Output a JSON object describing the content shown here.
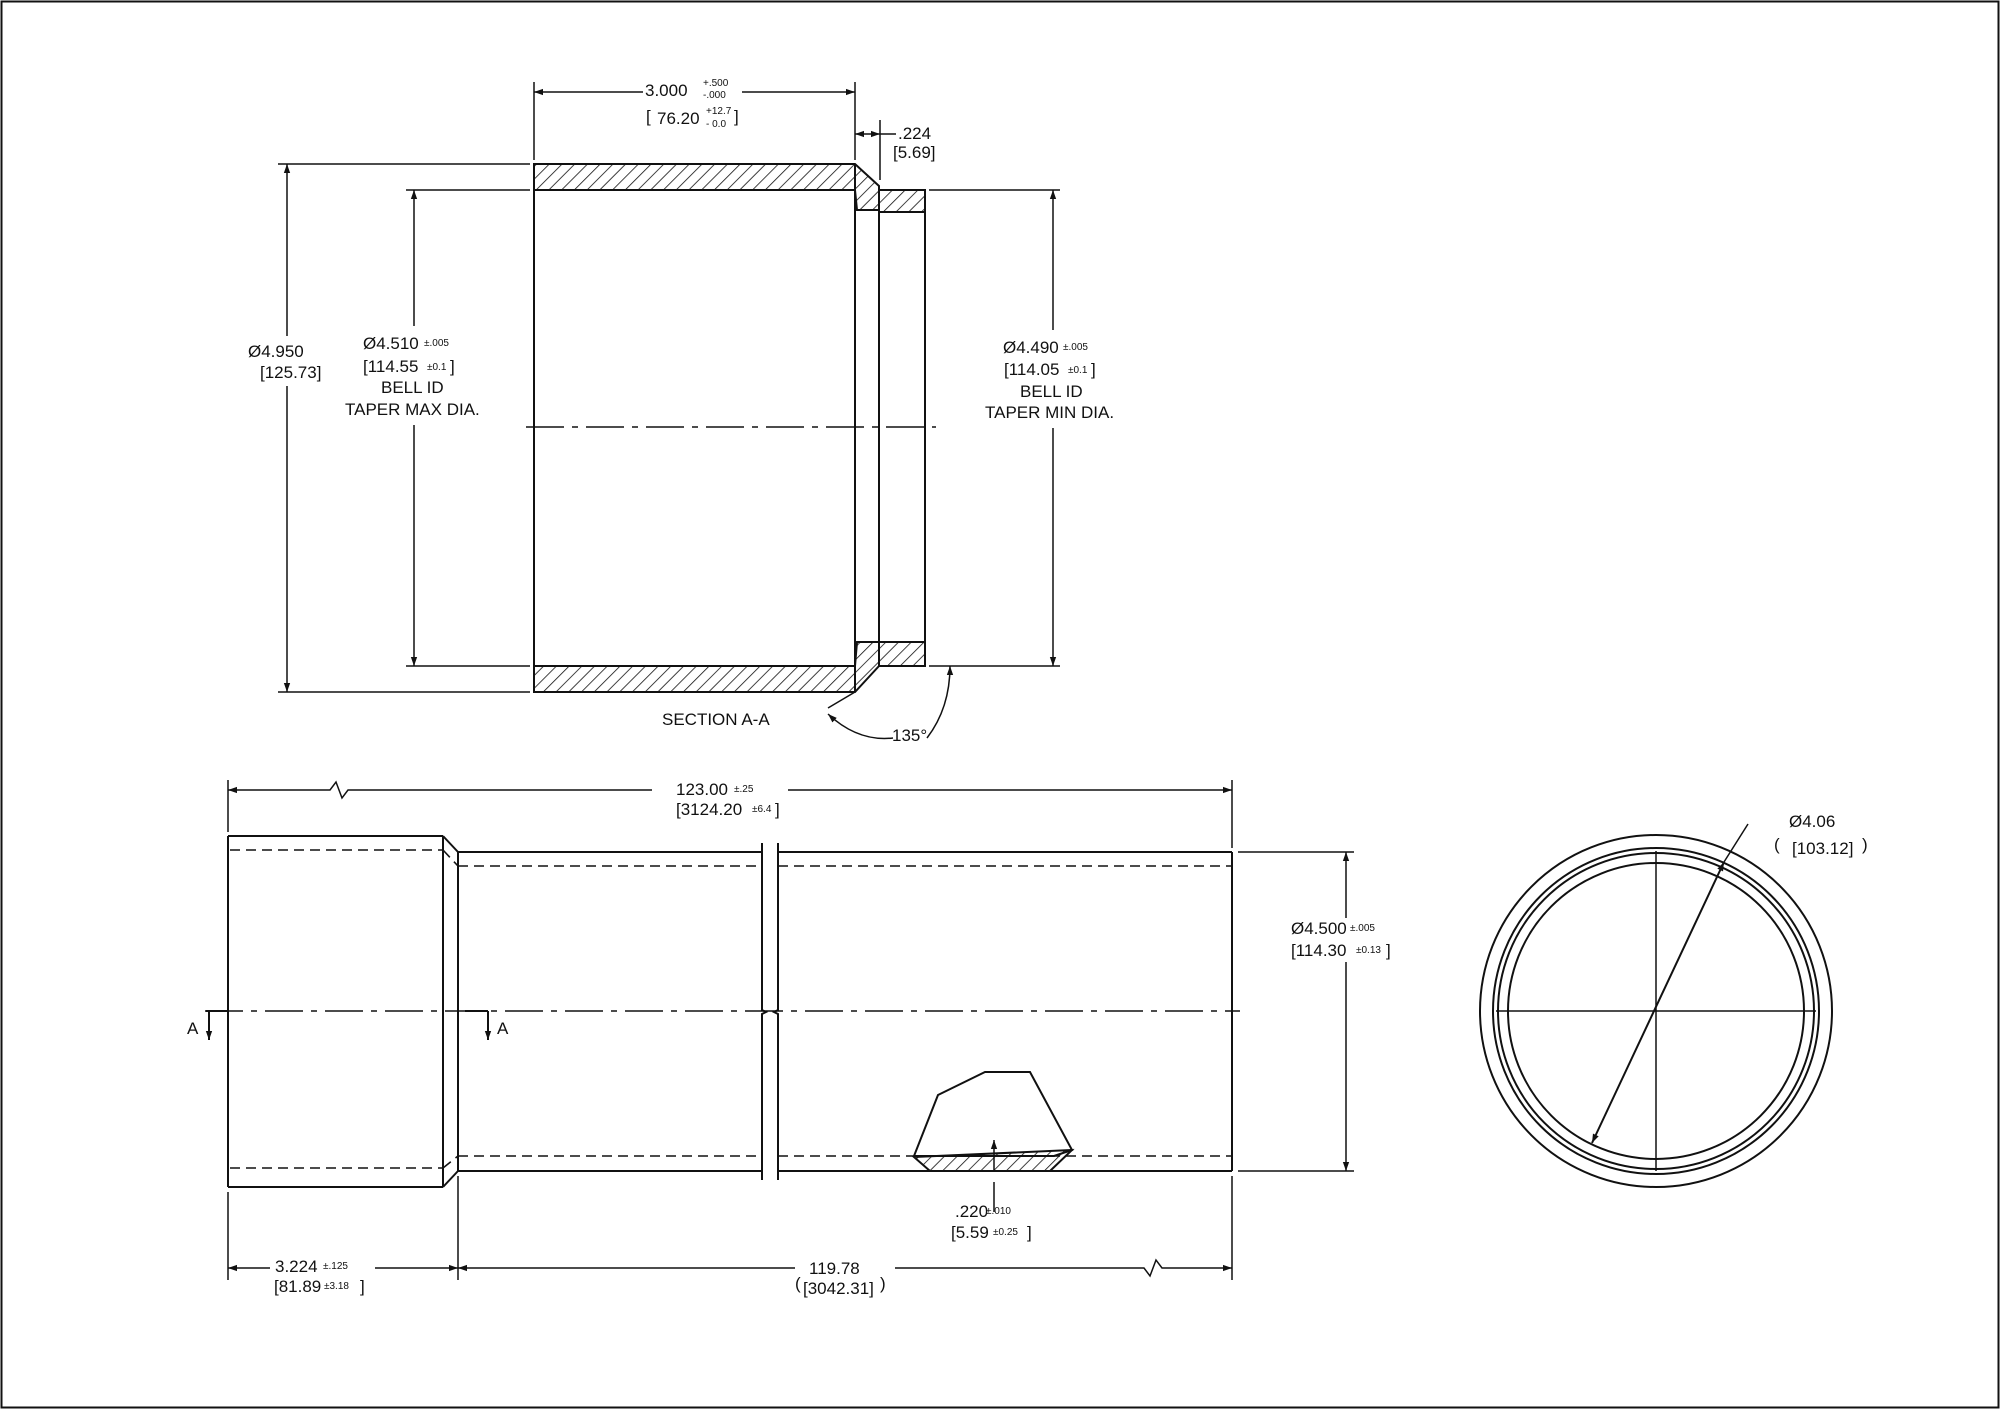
{
  "section": {
    "bell_length": {
      "value": "3.000",
      "tol_plus": "+.500",
      "tol_minus": "-.000",
      "metric": "76.20",
      "metric_plus": "+12.7",
      "metric_minus": "- 0.0"
    },
    "taper_length": {
      "value": ".224",
      "metric": "[5.69]"
    },
    "outer_dia": {
      "value": "Ø4.950",
      "metric": "[125.73]"
    },
    "bell_max": {
      "value": "Ø4.510",
      "tol": "±.005",
      "metric": "[114.55",
      "metric_tol": "±0.1",
      "metric_close": "]",
      "label1": "BELL ID",
      "label2": "TAPER MAX DIA."
    },
    "bell_min": {
      "value": "Ø4.490",
      "tol": "±.005",
      "metric": "[114.05",
      "metric_tol": "±0.1",
      "metric_close": "]",
      "label1": "BELL ID",
      "label2": "TAPER MIN DIA."
    },
    "title": "SECTION  A-A",
    "angle": "135°"
  },
  "side": {
    "overall": {
      "value": "123.00",
      "tol": "±.25",
      "metric": "[3124.20",
      "metric_tol": "±6.4",
      "metric_close": "]"
    },
    "pipe_od": {
      "value": "Ø4.500",
      "tol": "±.005",
      "metric": "[114.30",
      "metric_tol": "±0.13",
      "metric_close": "]"
    },
    "wall": {
      "value": ".220",
      "tol": "±.010",
      "metric": "[5.59",
      "metric_tol": "±0.25",
      "metric_close": "]"
    },
    "bell_depth": {
      "value": "3.224",
      "tol": "±.125",
      "metric": "[81.89",
      "metric_tol": "±3.18",
      "metric_close": "]"
    },
    "pipe_len": {
      "value": "119.78",
      "metric": "[3042.31]",
      "open": "(",
      "close": ")"
    },
    "section_mark_left": "A",
    "section_mark_right": "A"
  },
  "end": {
    "id": {
      "value": "Ø4.06",
      "metric": "[103.12]",
      "open": "(",
      "close": ")"
    }
  }
}
